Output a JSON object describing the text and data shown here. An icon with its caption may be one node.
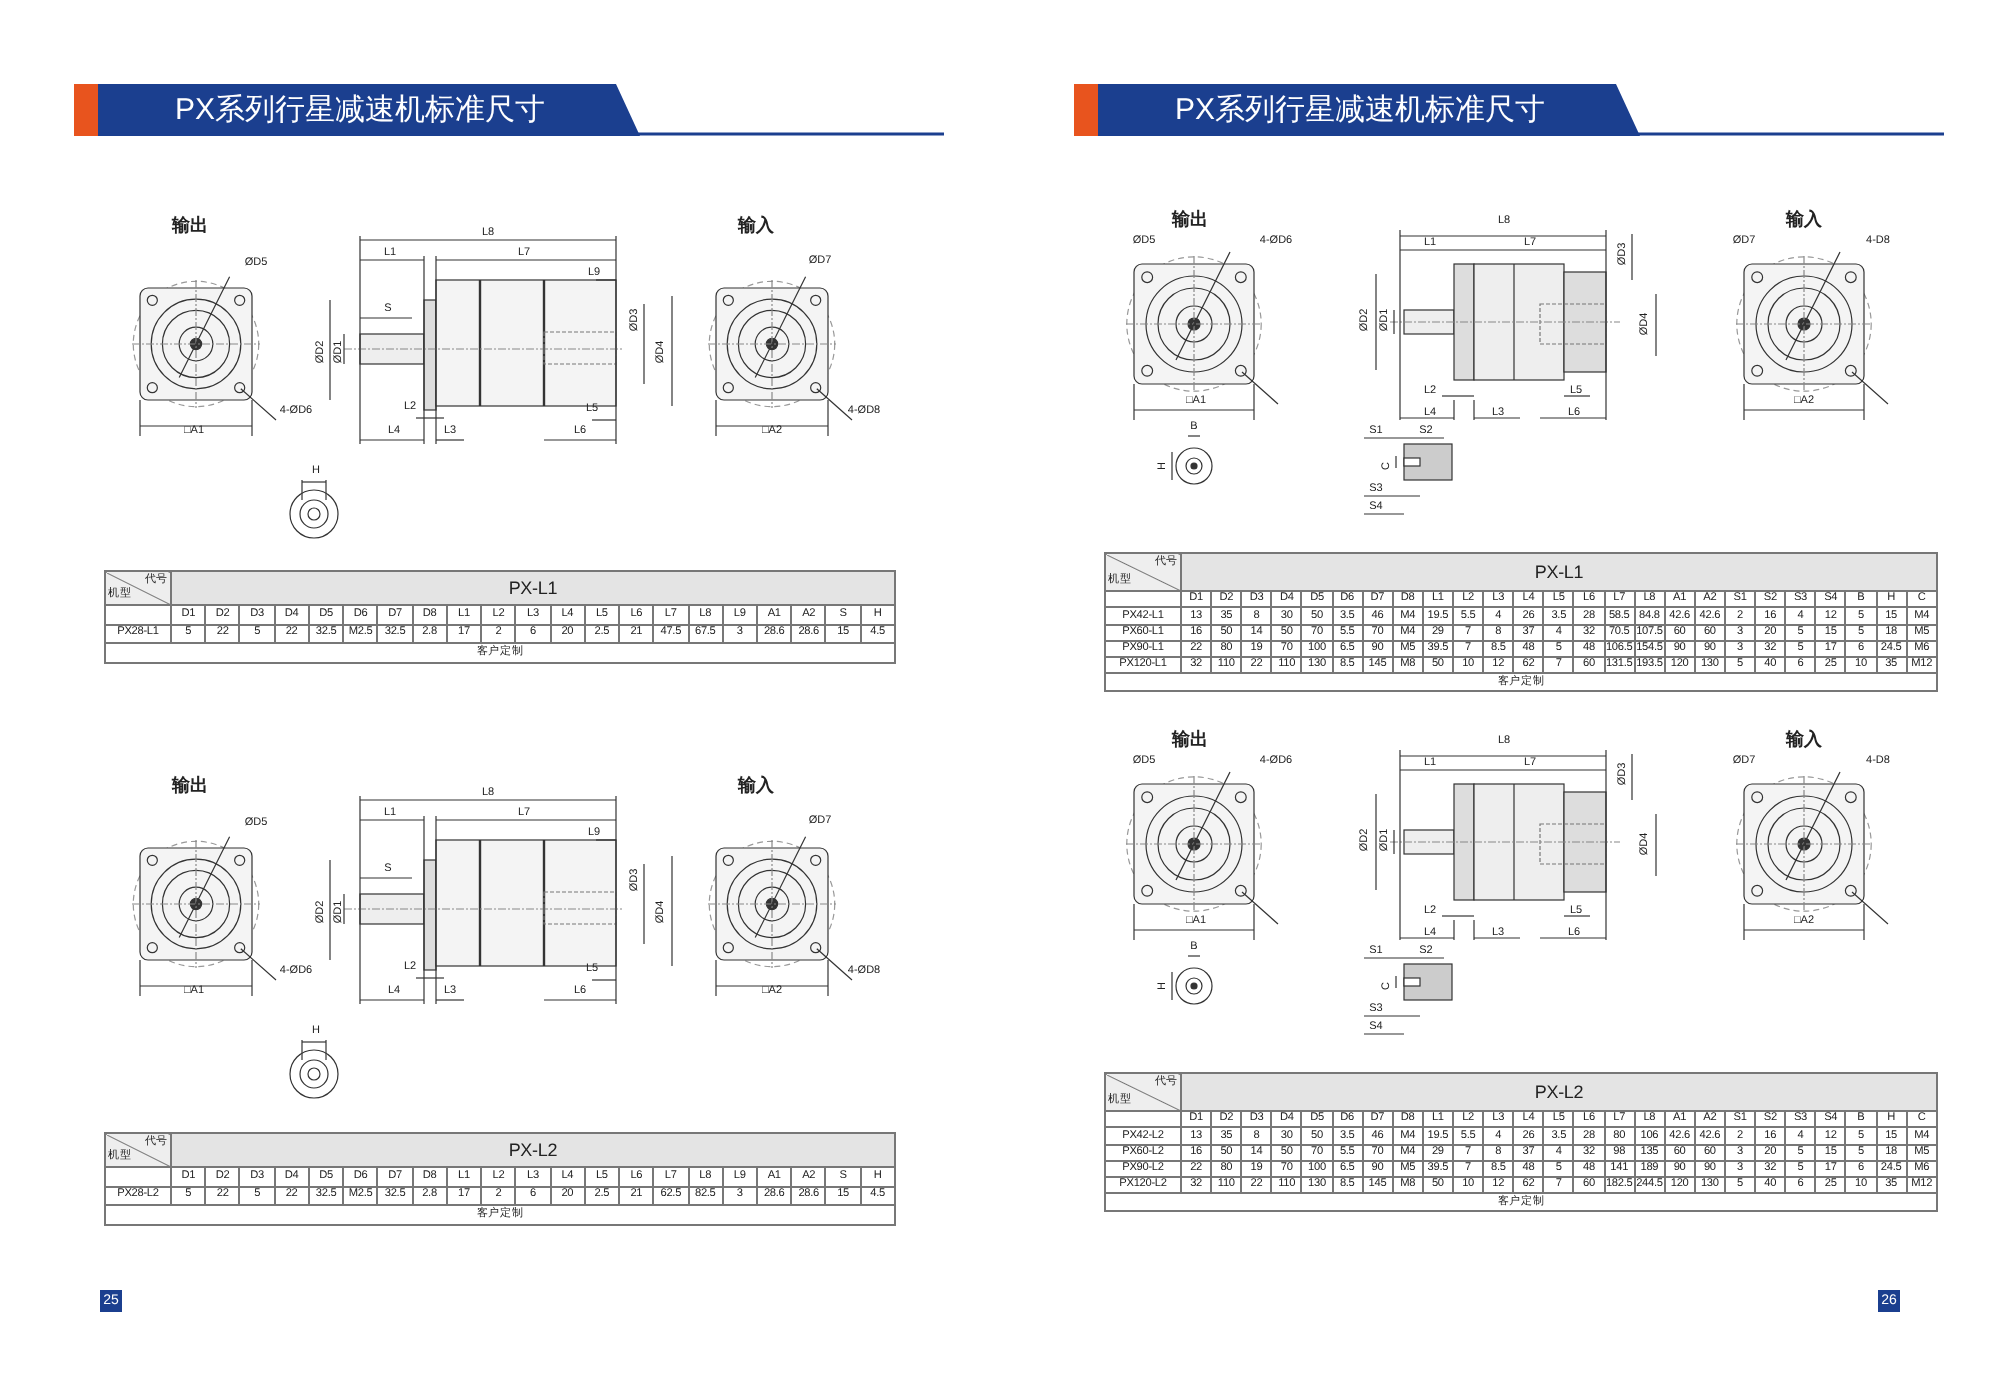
{
  "diagram": {
    "labels": [
      "PX系列行星减速机标准尺寸",
      "输出",
      "输入",
      "ØD5",
      "L8",
      "L1",
      "L7",
      "ØD7",
      "L9",
      "S",
      "ØD3",
      "ØD2",
      "ØD1",
      "ØD4",
      "4-ØD6",
      "L2",
      "L5",
      "4-ØD8",
      "□A1",
      "L4",
      "L3",
      "L6",
      "□A2",
      "H",
      "代号",
      "机型",
      "PX-L1",
      "D1",
      "D2",
      "D3",
      "D4",
      "D5",
      "D6",
      "D7",
      "D8",
      "L1",
      "L2",
      "L3",
      "L4",
      "L5",
      "L6",
      "L7",
      "L8",
      "L9",
      "A1",
      "A2",
      "S",
      "H",
      "PX28-L1",
      "5",
      "22",
      "5",
      "22",
      "32.5",
      "M2.5",
      "32.5",
      "2.8",
      "17",
      "2",
      "6",
      "20",
      "2.5",
      "21",
      "47.5",
      "67.5",
      "3",
      "28.6",
      "28.6",
      "15",
      "4.5",
      "客户定制",
      "输出",
      "输入",
      "ØD5",
      "L8",
      "L1",
      "L7",
      "ØD7",
      "L9",
      "S",
      "ØD3",
      "ØD2",
      "ØD1",
      "ØD4",
      "4-ØD6",
      "L2",
      "L5",
      "4-ØD8",
      "□A1",
      "L4",
      "L3",
      "L6",
      "□A2",
      "H",
      "代号",
      "机型",
      "PX-L2",
      "D1",
      "D2",
      "D3",
      "D4",
      "D5",
      "D6",
      "D7",
      "D8",
      "L1",
      "L2",
      "L3",
      "L4",
      "L5",
      "L6",
      "L7",
      "L8",
      "L9",
      "A1",
      "A2",
      "S",
      "H",
      "PX28-L2",
      "5",
      "22",
      "5",
      "22",
      "32.5",
      "M2.5",
      "32.5",
      "2.8",
      "17",
      "2",
      "6",
      "20",
      "2.5",
      "21",
      "62.5",
      "82.5",
      "3",
      "28.6",
      "28.6",
      "15",
      "4.5",
      "客户定制",
      "25",
      "PX系列行星减速机标准尺寸",
      "输出",
      "L8",
      "输入",
      "ØD5",
      "4-ØD6",
      "L1",
      "L7",
      "ØD7",
      "4-D8",
      "ØD3",
      "ØD2",
      "ØD1",
      "ØD4",
      "L2",
      "L5",
      "□A1",
      "L4",
      "L3",
      "L6",
      "□A2",
      "B",
      "H",
      "S1",
      "S2",
      "C",
      "S3",
      "S4",
      "代号",
      "机型",
      "PX-L1",
      "D1",
      "D2",
      "D3",
      "D4",
      "D5",
      "D6",
      "D7",
      "D8",
      "L1",
      "L2",
      "L3",
      "L4",
      "L5",
      "L6",
      "L7",
      "L8",
      "A1",
      "A2",
      "S1",
      "S2",
      "S3",
      "S4",
      "B",
      "H",
      "C",
      "PX42-L1",
      "13",
      "35",
      "8",
      "30",
      "50",
      "3.5",
      "46",
      "M4",
      "19.5",
      "5.5",
      "4",
      "26",
      "3.5",
      "28",
      "58.5",
      "84.8",
      "42.6",
      "42.6",
      "2",
      "16",
      "4",
      "12",
      "5",
      "15",
      "M4",
      "PX60-L1",
      "16",
      "50",
      "14",
      "50",
      "70",
      "5.5",
      "70",
      "M4",
      "29",
      "7",
      "8",
      "37",
      "4",
      "32",
      "70.5",
      "107.5",
      "60",
      "60",
      "3",
      "20",
      "5",
      "15",
      "5",
      "18",
      "M5",
      "PX90-L1",
      "22",
      "80",
      "19",
      "70",
      "100",
      "6.5",
      "90",
      "M5",
      "39.5",
      "7",
      "8.5",
      "48",
      "5",
      "48",
      "106.5",
      "154.5",
      "90",
      "90",
      "3",
      "32",
      "5",
      "17",
      "6",
      "24.5",
      "M6",
      "PX120-L1",
      "32",
      "110",
      "22",
      "110",
      "130",
      "8.5",
      "145",
      "M8",
      "50",
      "10",
      "12",
      "62",
      "7",
      "60",
      "131.5",
      "193.5",
      "120",
      "130",
      "5",
      "40",
      "6",
      "25",
      "10",
      "35",
      "M12",
      "客户定制",
      "输出",
      "L8",
      "输入",
      "ØD5",
      "4-ØD6",
      "L1",
      "L7",
      "ØD7",
      "4-D8",
      "ØD3",
      "ØD2",
      "ØD1",
      "ØD4",
      "L2",
      "L5",
      "□A1",
      "L4",
      "L3",
      "L6",
      "□A2",
      "B",
      "H",
      "S1",
      "S2",
      "C",
      "S3",
      "S4",
      "代号",
      "机型",
      "PX-L2",
      "D1",
      "D2",
      "D3",
      "D4",
      "D5",
      "D6",
      "D7",
      "D8",
      "L1",
      "L2",
      "L3",
      "L4",
      "L5",
      "L6",
      "L7",
      "L8",
      "A1",
      "A2",
      "S1",
      "S2",
      "S3",
      "S4",
      "B",
      "H",
      "C",
      "PX42-L2",
      "13",
      "35",
      "8",
      "30",
      "50",
      "3.5",
      "46",
      "M4",
      "19.5",
      "5.5",
      "4",
      "26",
      "3.5",
      "28",
      "80",
      "106",
      "42.6",
      "42.6",
      "2",
      "16",
      "4",
      "12",
      "5",
      "15",
      "M4",
      "PX60-L2",
      "16",
      "50",
      "14",
      "50",
      "70",
      "5.5",
      "70",
      "M4",
      "29",
      "7",
      "8",
      "37",
      "4",
      "32",
      "98",
      "135",
      "60",
      "60",
      "3",
      "20",
      "5",
      "15",
      "5",
      "18",
      "M5",
      "PX90-L2",
      "22",
      "80",
      "19",
      "70",
      "100",
      "6.5",
      "90",
      "M5",
      "39.5",
      "7",
      "8.5",
      "48",
      "5",
      "48",
      "141",
      "189",
      "90",
      "90",
      "3",
      "32",
      "5",
      "17",
      "6",
      "24.5",
      "M6",
      "PX120-L2",
      "32",
      "110",
      "22",
      "110",
      "130",
      "8.5",
      "145",
      "M8",
      "50",
      "10",
      "12",
      "62",
      "7",
      "60",
      "182.5",
      "244.5",
      "120",
      "130",
      "5",
      "40",
      "6",
      "25",
      "10",
      "35",
      "M12",
      "客户定制",
      "26"
    ]
  }
}
